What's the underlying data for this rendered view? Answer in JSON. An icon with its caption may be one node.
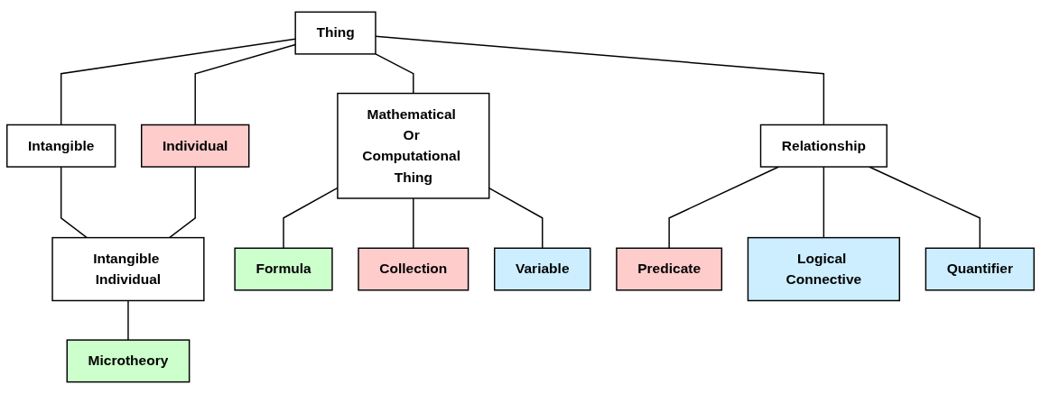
{
  "diagram": {
    "nodes": [
      {
        "text": [
          "Thing"
        ]
      },
      {
        "text": [
          "Mathematical Or Computational Thing"
        ]
      },
      {
        "text": [
          "Intangible"
        ]
      },
      {
        "text": [
          "Individual"
        ]
      },
      {
        "text": [
          "Relationship"
        ]
      },
      {
        "text": [
          "Intangible Individual"
        ]
      },
      {
        "text": [
          "Microtheory"
        ]
      },
      {
        "text": [
          "Formula"
        ]
      },
      {
        "text": [
          "Collection"
        ]
      },
      {
        "text": [
          "Variable"
        ]
      },
      {
        "text": [
          "Predicate"
        ]
      },
      {
        "text": [
          "Logical Connective"
        ]
      },
      {
        "text": [
          "Quantifier"
        ]
      }
    ],
    "edges": [
      {
        "from": 0,
        "to": 1,
        "arrow": "none"
      },
      {
        "from": 0,
        "to": 2,
        "arrow": "none"
      },
      {
        "from": 0,
        "to": 3,
        "arrow": "none"
      },
      {
        "from": 0,
        "to": 4,
        "arrow": "none"
      },
      {
        "from": 2,
        "to": 5,
        "arrow": "none"
      },
      {
        "from": 3,
        "to": 5,
        "arrow": "none"
      },
      {
        "from": 5,
        "to": 6,
        "arrow": "none"
      },
      {
        "from": 1,
        "to": 7,
        "arrow": "none"
      },
      {
        "from": 1,
        "to": 8,
        "arrow": "none"
      },
      {
        "from": 1,
        "to": 9,
        "arrow": "none"
      },
      {
        "from": 4,
        "to": 10,
        "arrow": "none"
      },
      {
        "from": 4,
        "to": 11,
        "arrow": "none"
      },
      {
        "from": 4,
        "to": 12,
        "arrow": "none"
      }
    ]
  }
}
